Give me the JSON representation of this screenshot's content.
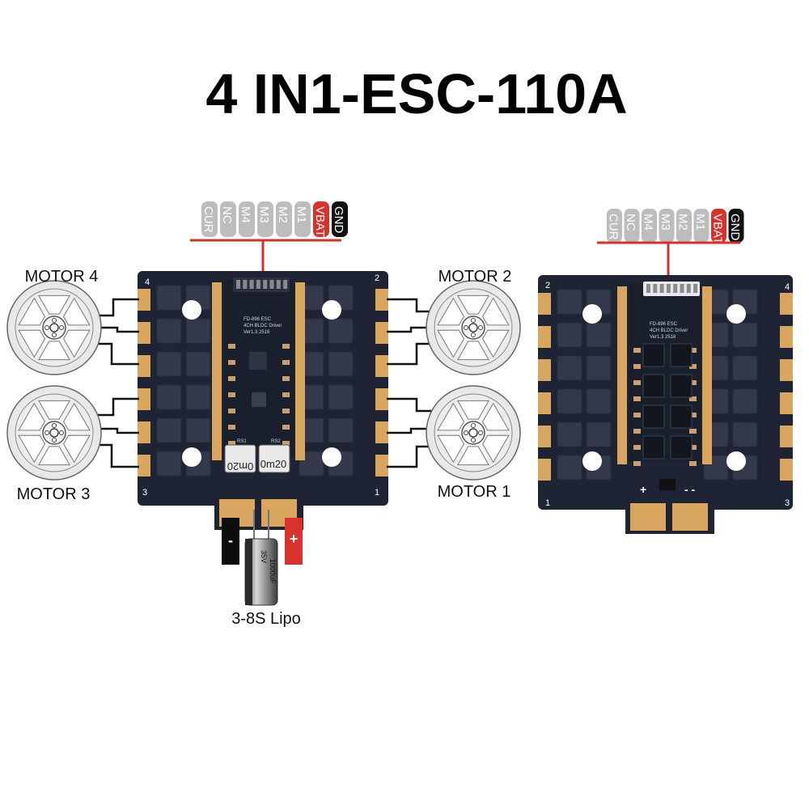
{
  "title": "4 IN1-ESC-110A",
  "connector_pins": [
    "CUR",
    "NC",
    "M4",
    "M3",
    "M2",
    "M1",
    "VBAT",
    "GND"
  ],
  "motors": {
    "m4": "MOTOR 4",
    "m2": "MOTOR 2",
    "m3": "MOTOR 3",
    "m1": "MOTOR 1"
  },
  "power": {
    "negative": "-",
    "positive": "+",
    "battery": "3-8S Lipo",
    "capacitor_voltage": "35V",
    "capacitor_value": "1000uF"
  },
  "board": {
    "resistor_left": "0m20",
    "resistor_right": "0m20",
    "rs1": "RS1",
    "rs2": "RS2",
    "silk_line1": "FD-896 ESC",
    "silk_line2": "4CH BLDC Driver",
    "silk_line3": "Ver1.3  2516",
    "corner_tl": "4",
    "corner_tr": "2",
    "corner_bl": "3",
    "corner_br": "1",
    "back_corner_tl": "2",
    "back_corner_tr": "4",
    "back_corner_bl": "1",
    "back_corner_br": "3",
    "back_plus": "+",
    "back_minus": "- -"
  },
  "colors": {
    "pin_gray": "#bdbdbd",
    "pin_red": "#d9312b",
    "pin_black": "#111111",
    "line_red": "#d4312b",
    "pcb": "#1e2433",
    "pad_gold": "#d9a660",
    "mosfet": "#33394a"
  }
}
